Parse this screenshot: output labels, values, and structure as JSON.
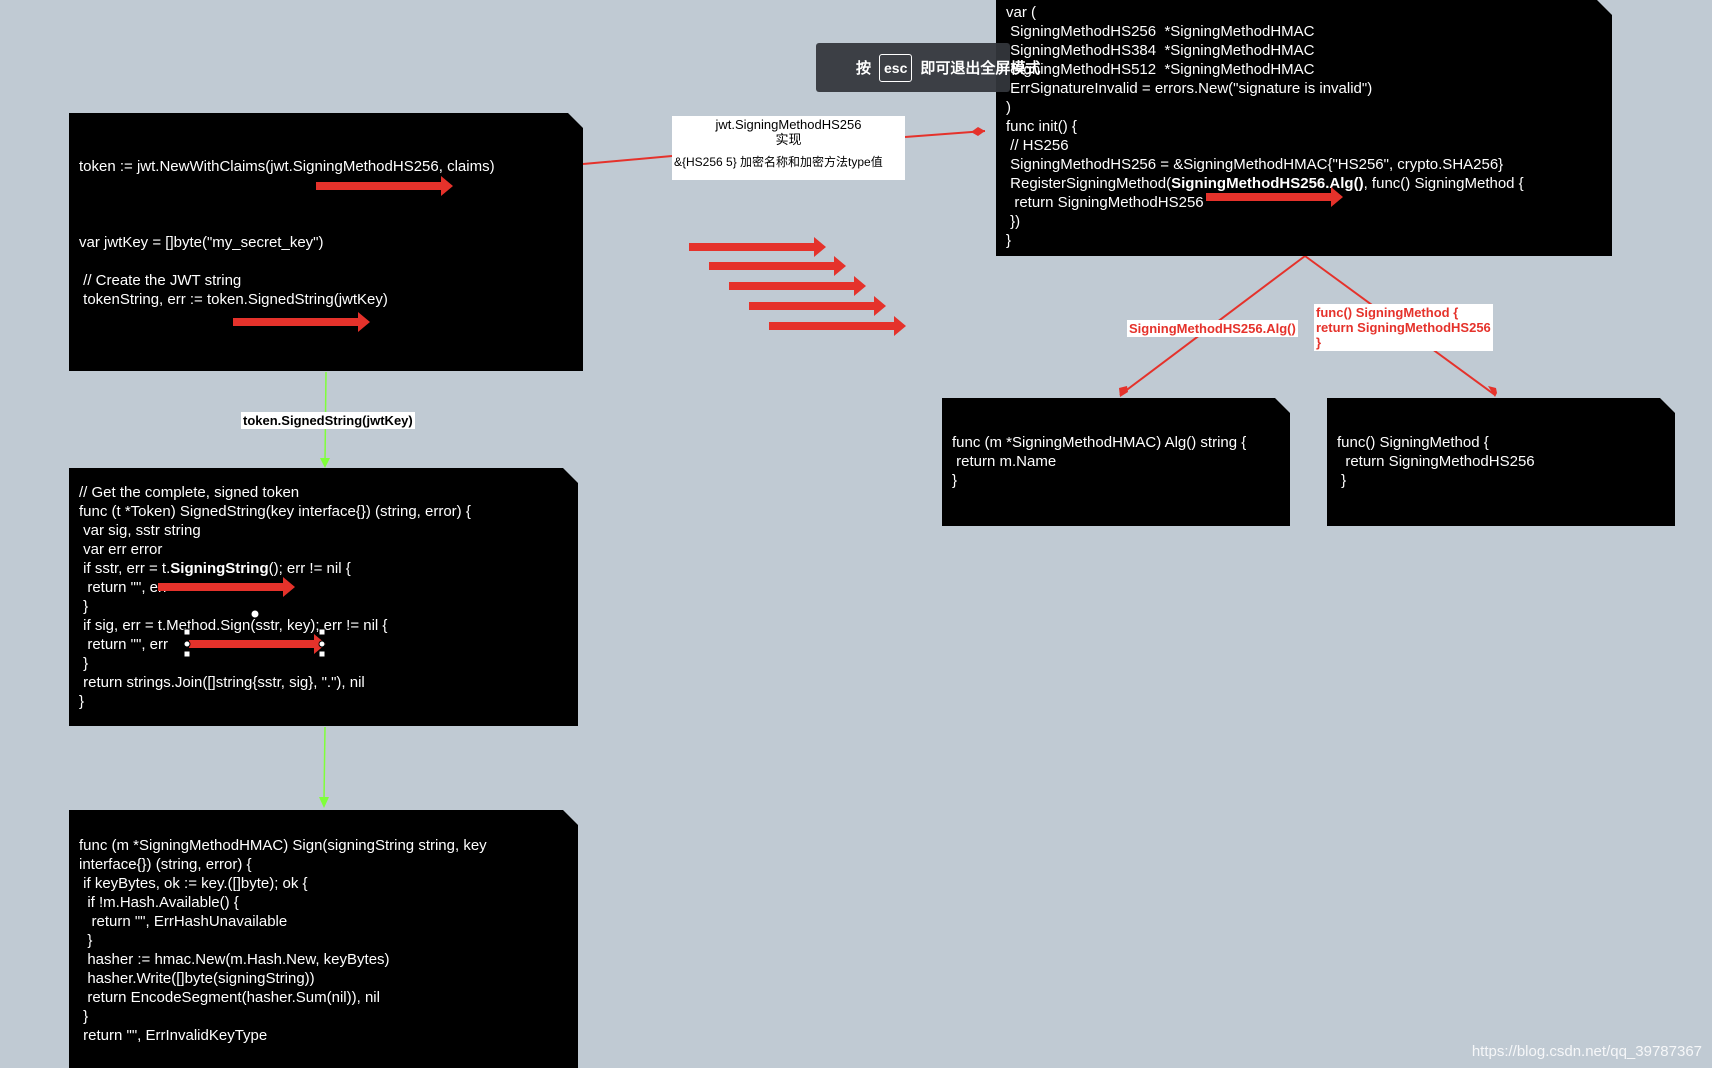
{
  "colors": {
    "background": "#c0cad3",
    "card": "#000000",
    "arrow": "#e5322b",
    "flow_line": "#7fff3a"
  },
  "card_top_left": {
    "lines": [
      "token := jwt.NewWithClaims(jwt.SigningMethodHS256, claims)",
      "",
      "",
      "",
      "var jwtKey = []byte(\"my_secret_key\")",
      "",
      " // Create the JWT string",
      " tokenString, err := token.SignedString(jwtKey)"
    ]
  },
  "label_signedstring": "token.SignedString(jwtKey)",
  "card_signed_string": {
    "lines": [
      "// Get the complete, signed token",
      "func (t *Token) SignedString(key interface{}) (string, error) {",
      " var sig, sstr string",
      " var err error",
      " if sstr, err = t.",
      "  return \"\", err",
      " }",
      " if sig, err = t.Method.Sign(sstr, key); err != nil {",
      "  return \"\", err",
      " }",
      " return strings.Join([]string{sstr, sig}, \".\"), nil",
      "}"
    ],
    "bold_call": "SigningString",
    "bold_tail": "(); err != nil {"
  },
  "card_sign": {
    "lines": [
      "func (m *SigningMethodHMAC) Sign(signingString string, key",
      "interface{}) (string, error) {",
      " if keyBytes, ok := key.([]byte); ok {",
      "  if !m.Hash.Available() {",
      "   return \"\", ErrHashUnavailable",
      "  }",
      "  hasher := hmac.New(m.Hash.New, keyBytes)",
      "  hasher.Write([]byte(signingString))",
      "  return EncodeSegment(hasher.Sum(nil)), nil",
      " }",
      " return \"\", ErrInvalidKeyType"
    ]
  },
  "card_var_block": {
    "lines": [
      "var (",
      " SigningMethodHS256  *SigningMethodHMAC",
      " SigningMethodHS384  *SigningMethodHMAC",
      " SigningMethodHS512  *SigningMethodHMAC",
      " ErrSignatureInvalid = errors.New(\"signature is invalid\")",
      ")",
      "func init() {",
      " // HS256",
      " SigningMethodHS256 = &SigningMethodHMAC{\"HS256\", crypto.SHA256}",
      " RegisterSigningMethod(",
      "  return SigningMethodHS256",
      " })",
      "}"
    ],
    "bold_call": "SigningMethodHS256.Alg()",
    "bold_tail": ", func() SigningMethod {"
  },
  "label_impl": {
    "line1": "jwt.SigningMethodHS256",
    "line2": "实现",
    "line3": "&{HS256 5} 加密名称和加密方法type值"
  },
  "label_alg": "SigningMethodHS256.Alg()",
  "label_func": {
    "line1": "func() SigningMethod {",
    "line2": "return SigningMethodHS256",
    "line3": "}"
  },
  "card_alg": {
    "lines": [
      "func (m *SigningMethodHMAC) Alg() string {",
      " return m.Name",
      "}"
    ]
  },
  "card_func": {
    "lines": [
      "func() SigningMethod {",
      "  return SigningMethodHS256",
      " }"
    ]
  },
  "toast": {
    "before": "按",
    "key": "esc",
    "after": "即可退出全屏模式"
  },
  "watermark": "https://blog.csdn.net/qq_39787367"
}
